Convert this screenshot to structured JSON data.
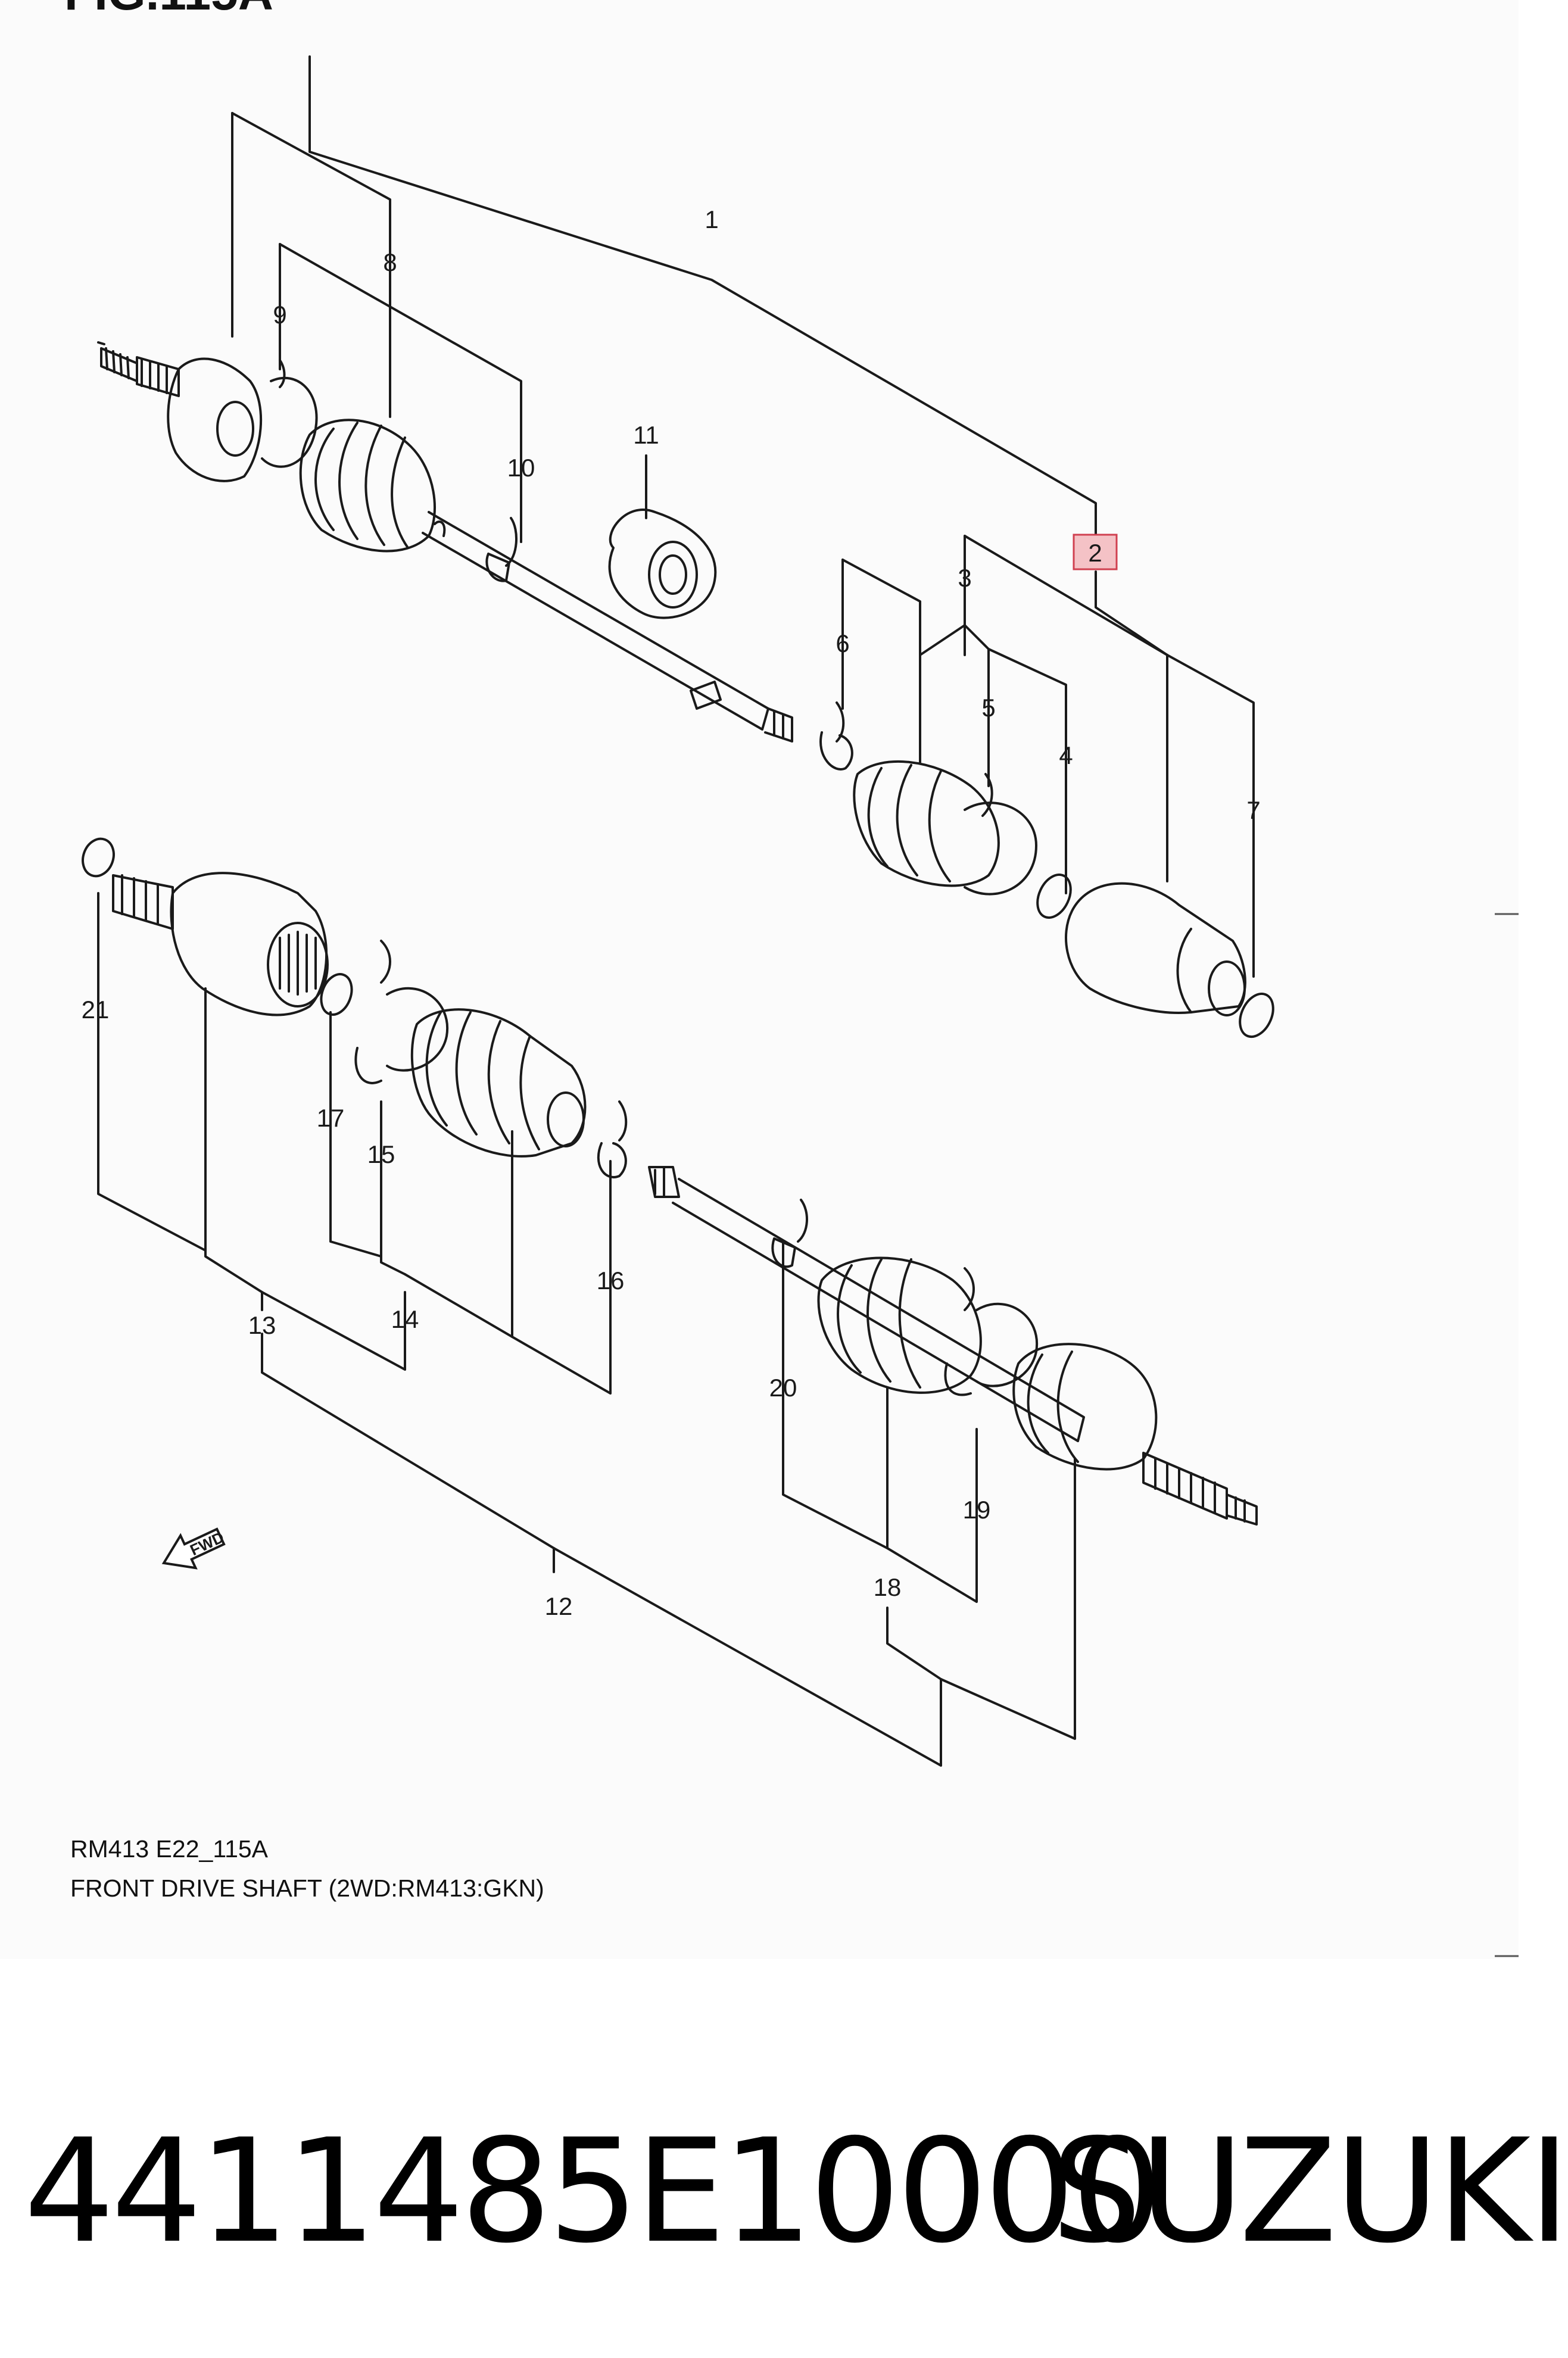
{
  "figure": {
    "title": "FIG.115A",
    "caption_code": "RM413 E22_115A",
    "caption_description": "FRONT DRIVE SHAFT (2WD:RM413:GKN)",
    "fwd_label": "FWD",
    "highlighted_callout": "2",
    "highlight_color": "#f4c2c6",
    "callouts": [
      "1",
      "2",
      "3",
      "4",
      "5",
      "6",
      "7",
      "8",
      "9",
      "10",
      "11",
      "12",
      "13",
      "14",
      "15",
      "16",
      "17",
      "18",
      "19",
      "20",
      "21"
    ]
  },
  "product": {
    "part_number": "4411485E10000",
    "brand": "SUZUKI"
  }
}
